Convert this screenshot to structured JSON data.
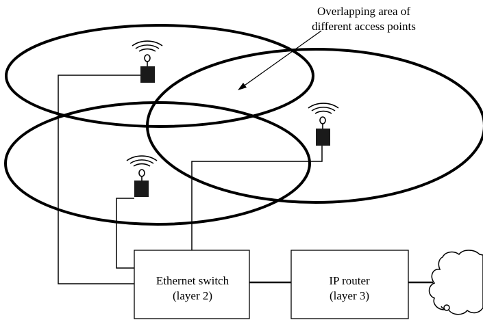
{
  "annotation": {
    "line1": "Overlapping area of",
    "line2": "different access points"
  },
  "switch": {
    "line1": "Ethernet switch",
    "line2": "(layer 2)"
  },
  "router": {
    "line1": "IP router",
    "line2": "(layer 3)"
  },
  "colors": {
    "stroke": "#000000",
    "device": "#1a1a1a",
    "background": "#ffffff"
  },
  "icons": [
    "access-point-icon",
    "cloud-icon",
    "arrow"
  ]
}
